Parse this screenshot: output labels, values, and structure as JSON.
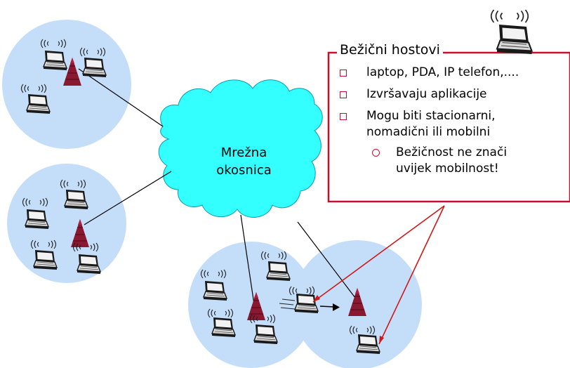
{
  "colors": {
    "cell_fill": "#c4def9",
    "cloud_fill": "#33ffff",
    "tower_fill": "#8a1830",
    "accent_red": "#c8102e",
    "laptop_body": "#d8d8d8"
  },
  "cloud": {
    "label_line1": "Mrežna",
    "label_line2": "okosnica"
  },
  "callout": {
    "title": "Bežični hostovi",
    "bullets": [
      {
        "line1": "laptop, PDA, IP telefon,....",
        "line2": ""
      },
      {
        "line1": "Izvršavaju aplikacije",
        "line2": ""
      },
      {
        "line1": "Mogu biti stacionarni,",
        "line2": "nomadični ili mobilni"
      }
    ],
    "sub_bullet": {
      "line1": "Bežičnost ne znači",
      "line2": "uvijek mobilnost!"
    }
  },
  "icons": {
    "laptop": "laptop-icon",
    "tower": "base-station-icon",
    "waves": "wireless-signal-icon",
    "cloud": "network-cloud-icon"
  }
}
